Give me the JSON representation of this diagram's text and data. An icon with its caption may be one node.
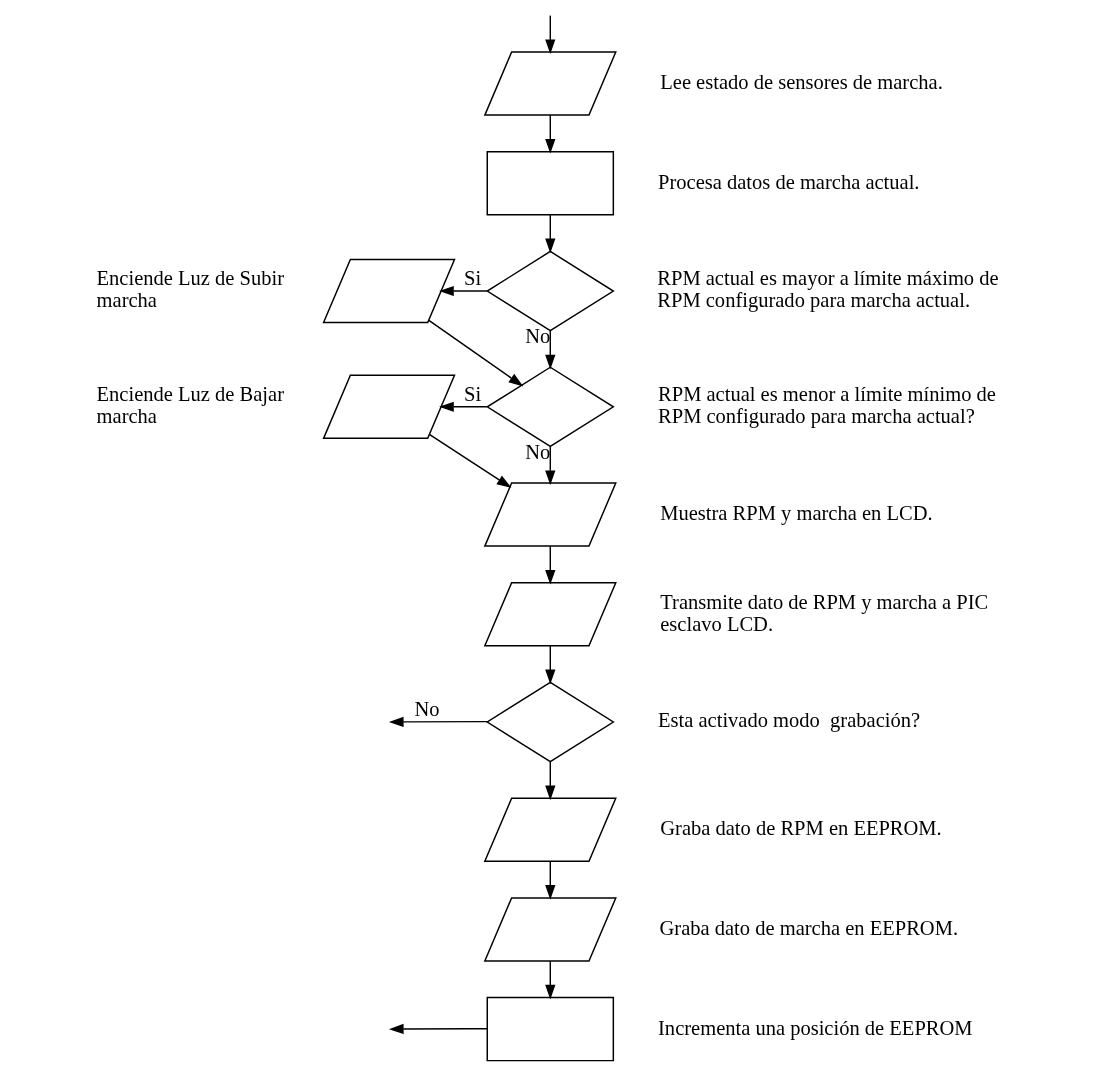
{
  "diagram": {
    "nodes": [
      {
        "text": [],
        "shape": "parallelogram",
        "beside": [
          "Lee estado de sensores de marcha."
        ]
      },
      {
        "text": [],
        "shape": "box",
        "beside": [
          "Procesa datos de marcha actual."
        ]
      },
      {
        "text": [],
        "shape": "diamond",
        "beside": [
          "RPM actual es mayor a límite máximo de RPM configurado para marcha actual."
        ]
      },
      {
        "text": [],
        "shape": "parallelogram",
        "beside": [
          "Enciende Luz de Subir marcha"
        ]
      },
      {
        "text": [],
        "shape": "diamond",
        "beside": [
          "RPM actual es menor a límite mínimo de RPM configurado para marcha actual?"
        ]
      },
      {
        "text": [],
        "shape": "parallelogram",
        "beside": [
          "Enciende Luz de Bajar marcha"
        ]
      },
      {
        "text": [],
        "shape": "parallelogram",
        "beside": [
          "Muestra RPM y marcha en LCD."
        ]
      },
      {
        "text": [],
        "shape": "parallelogram",
        "beside": [
          "Transmite dato de RPM y marcha a PIC esclavo LCD."
        ]
      },
      {
        "text": [],
        "shape": "diamond",
        "beside": [
          "Esta activado modo  grabación?"
        ]
      },
      {
        "text": [],
        "shape": "parallelogram",
        "beside": [
          "Graba dato de RPM en EEPROM."
        ]
      },
      {
        "text": [],
        "shape": "parallelogram",
        "beside": [
          "Graba dato de marcha en EEPROM."
        ]
      },
      {
        "text": [],
        "shape": "box",
        "beside": [
          "Incrementa una posición de EEPROM"
        ]
      }
    ],
    "edges": [
      {
        "from": null,
        "to": 0,
        "arrow": "to"
      },
      {
        "from": 0,
        "to": 1,
        "arrow": "to"
      },
      {
        "from": 1,
        "to": 2,
        "arrow": "to"
      },
      {
        "from": 2,
        "to": 3,
        "arrow": "to",
        "label": "Si"
      },
      {
        "from": 2,
        "to": 4,
        "arrow": "to",
        "label": "No"
      },
      {
        "from": 3,
        "to": 4,
        "arrow": "to"
      },
      {
        "from": 4,
        "to": 5,
        "arrow": "to",
        "label": "Si"
      },
      {
        "from": 4,
        "to": 6,
        "arrow": "to",
        "label": "No"
      },
      {
        "from": 5,
        "to": 6,
        "arrow": "to"
      },
      {
        "from": 6,
        "to": 7,
        "arrow": "to"
      },
      {
        "from": 7,
        "to": 8,
        "arrow": "to"
      },
      {
        "from": 8,
        "to": 9,
        "arrow": "to"
      },
      {
        "from": 8,
        "to": null,
        "arrow": "to",
        "label": "No"
      },
      {
        "from": 9,
        "to": 10,
        "arrow": "to"
      },
      {
        "from": 10,
        "to": 11,
        "arrow": "to"
      },
      {
        "from": 11,
        "to": null,
        "arrow": "to"
      }
    ]
  }
}
